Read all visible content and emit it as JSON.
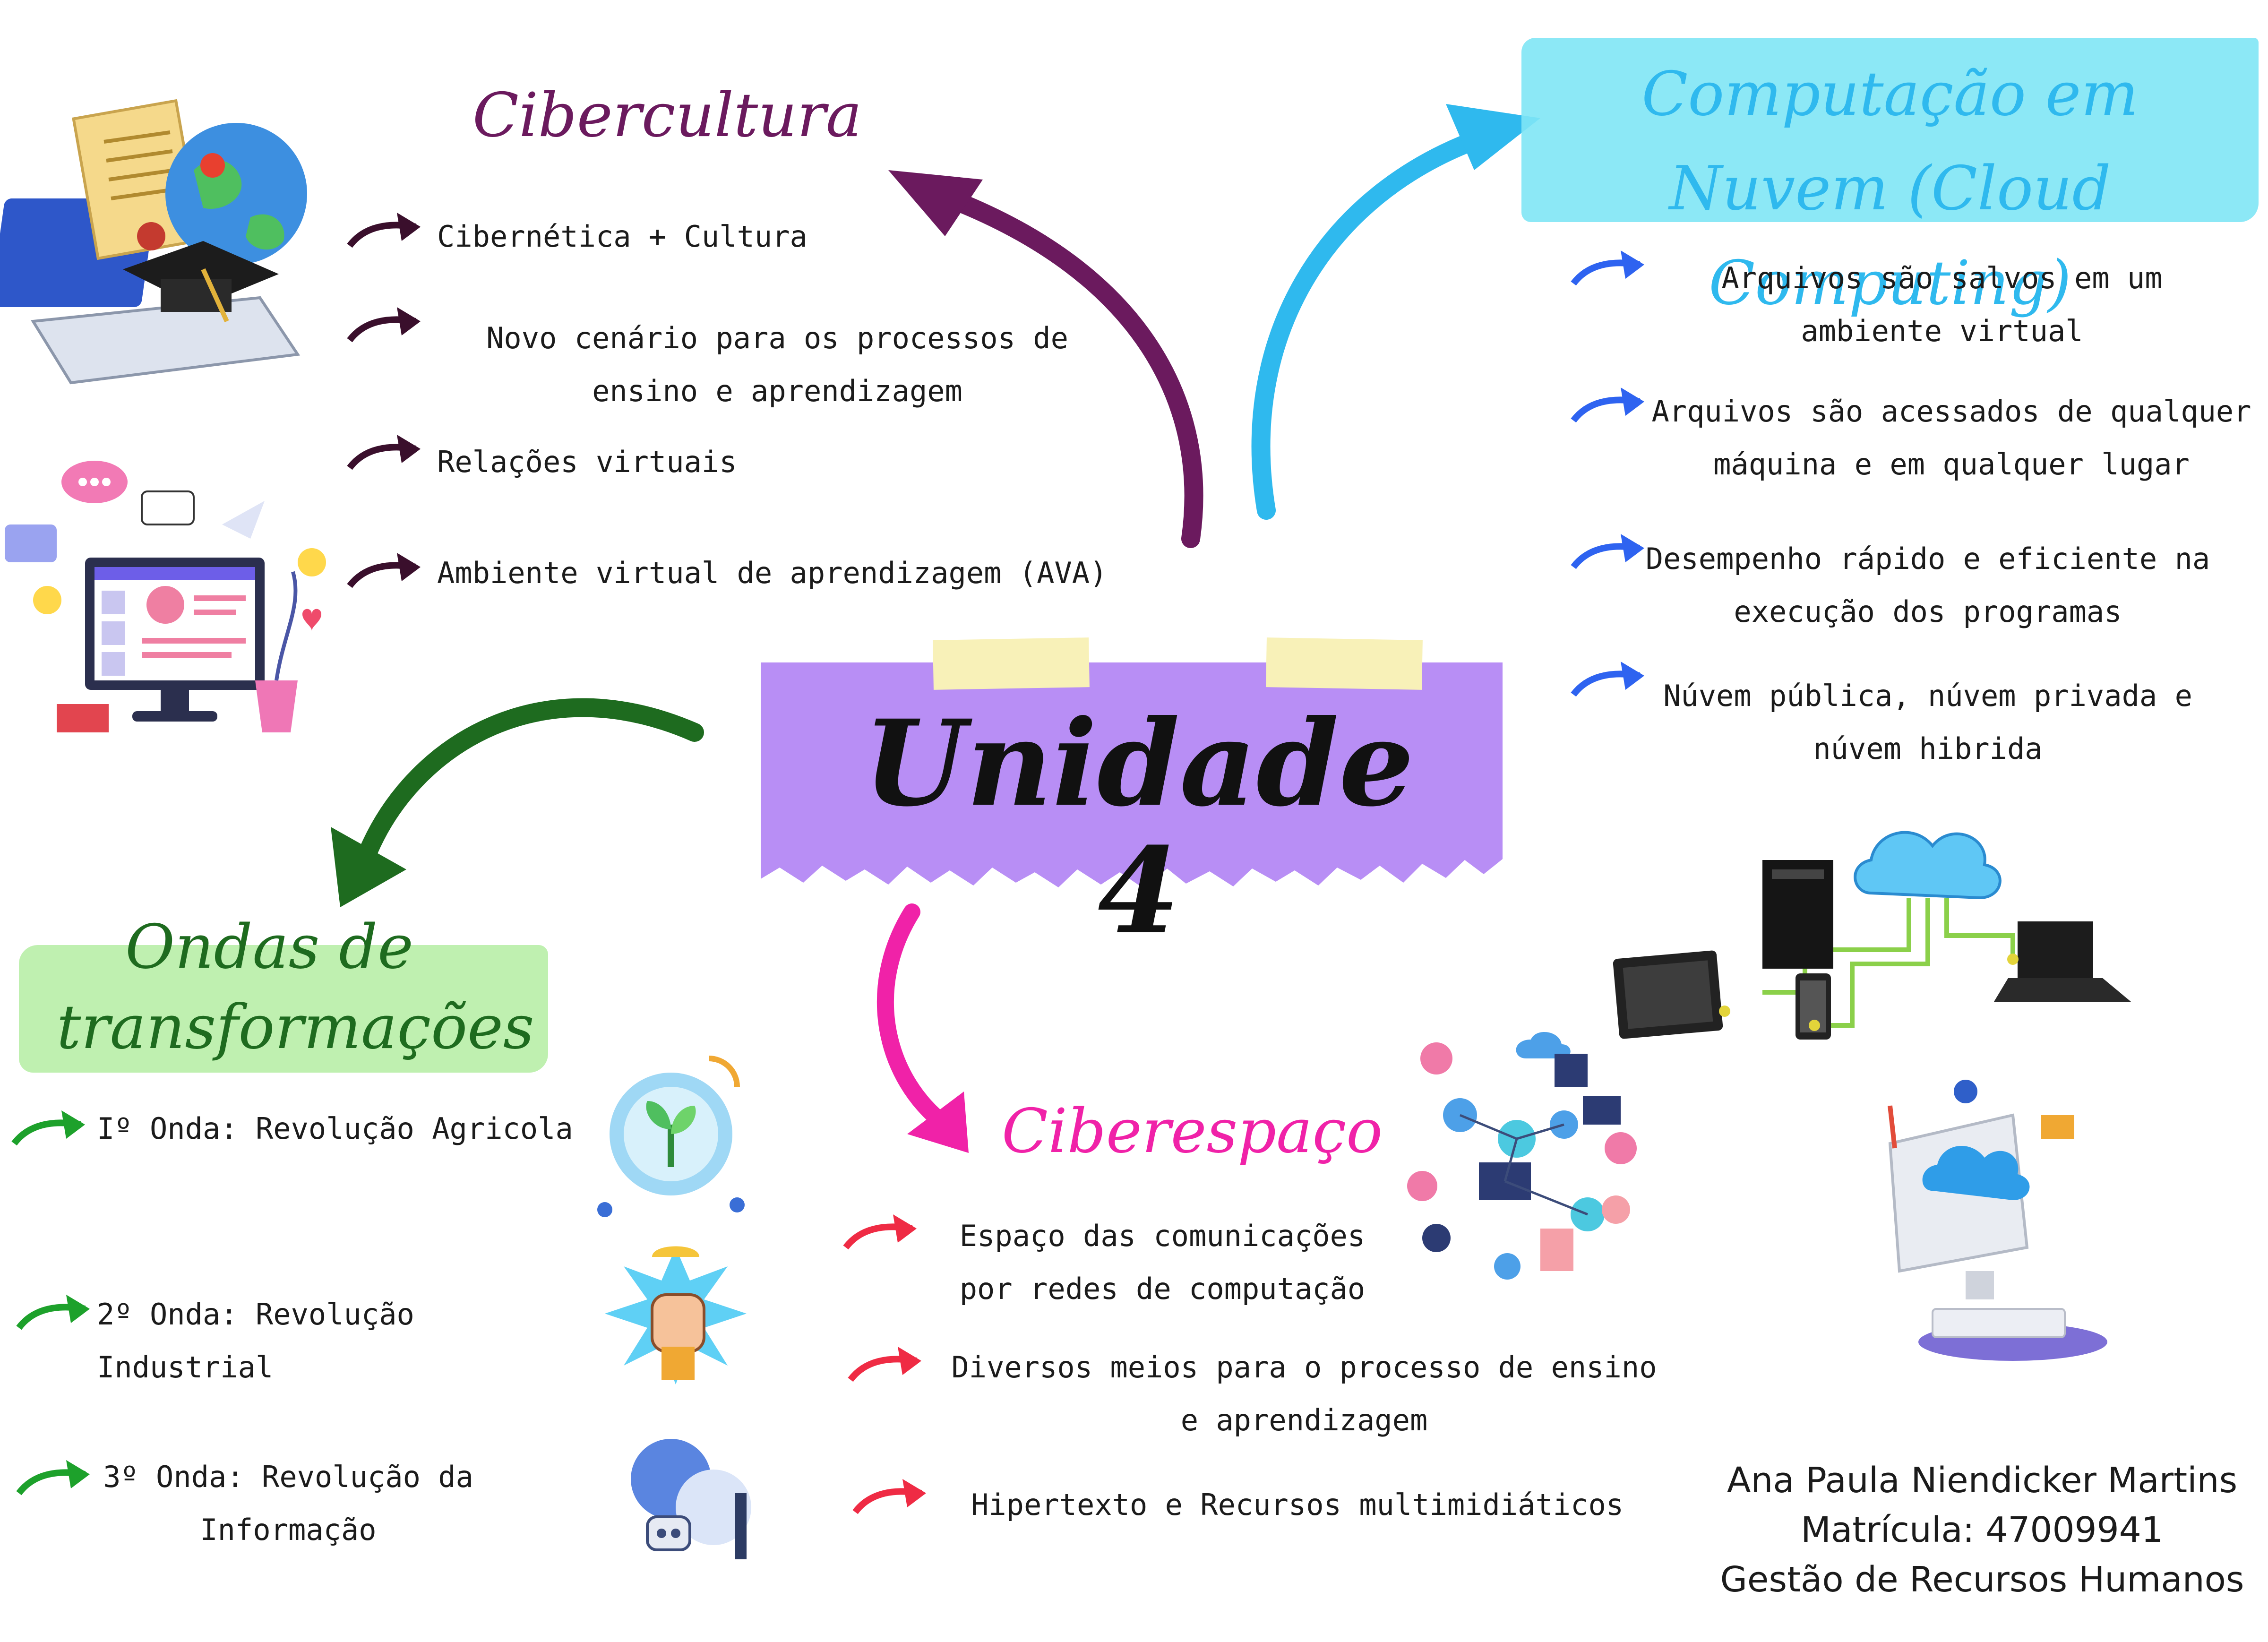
{
  "center": {
    "title": "Unidade 4",
    "bg_color": "#b88ef5",
    "tape_color": "#f8f1b8"
  },
  "cibercultura": {
    "title": "Cibercultura",
    "color": "#6b1a5e",
    "items": [
      "Cibernética + Cultura",
      "Novo cenário para os processos de ensino e aprendizagem",
      "Relações virtuais",
      "Ambiente virtual de aprendizagem (AVA)"
    ]
  },
  "nuvem": {
    "title": "Computação em Nuvem (Cloud Computing)",
    "color": "#2fb9ee",
    "highlight": "#7fe6f5",
    "items": [
      "Arquivos são salvos em um ambiente virtual",
      "Arquivos são acessados de qualquer máquina e em qualquer lugar",
      "Desempenho rápido e eficiente na execução dos programas",
      "Núvem pública, núvem privada e núvem hibrida"
    ]
  },
  "ondas": {
    "title": "Ondas de transformações",
    "color": "#1e6b1f",
    "highlight": "#bff0b0",
    "items": [
      "Iº Onda: Revolução Agricola",
      "2º Onda: Revolução Industrial",
      "3º Onda: Revolução da Informação"
    ]
  },
  "ciberespaco": {
    "title": "Ciberespaço",
    "color": "#f022a8",
    "items": [
      "Espaço das comunicações por redes de computação",
      "Diversos meios para o processo de ensino e aprendizagem",
      "Hipertexto e Recursos multimidiáticos"
    ]
  },
  "author": {
    "name": "Ana Paula Niendicker Martins",
    "matricula": "Matrícula: 47009941",
    "curso": "Gestão de Recursos Humanos"
  },
  "icons": [
    "laptop-graduation-icon",
    "social-media-monitor-icon",
    "cloud-network-devices-icon",
    "cloud-computer-icon",
    "agriculture-icon",
    "industrial-fist-icon",
    "ai-robot-icon",
    "artificial-intelligence-cluster-icon"
  ]
}
